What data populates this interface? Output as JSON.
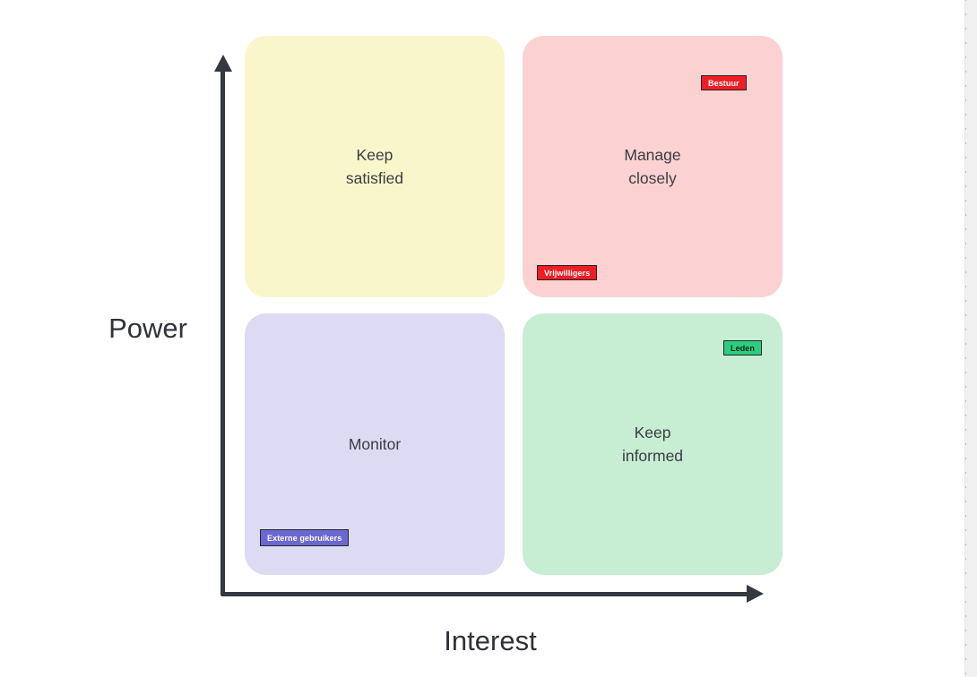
{
  "board": {
    "background": "#ffffff",
    "canvas_edge": {
      "color": "#f0f0f1",
      "dot_color": "#b4b4b8"
    }
  },
  "matrix": {
    "y_axis_label": "Power",
    "x_axis_label": "Interest",
    "axis_color": "#343840",
    "axis_label_color": "#2e323a",
    "quadrant_label_color": "#3a3d43",
    "quadrants": [
      {
        "key": "keep-satisfied",
        "label": "Keep\nsatisfied",
        "color": "#faf6cc"
      },
      {
        "key": "manage-closely",
        "label": "Manage\nclosely",
        "color": "#fbd1d1"
      },
      {
        "key": "monitor",
        "label": "Monitor",
        "color": "#dddaf3"
      },
      {
        "key": "keep-informed",
        "label": "Keep\ninformed",
        "color": "#c7edd3"
      }
    ],
    "tags": [
      {
        "key": "bestuur",
        "label": "Bestuur",
        "color": "#f01d24",
        "text_color": "#ffffff"
      },
      {
        "key": "vrijwilligers",
        "label": "Vrijwilligers",
        "color": "#f01d24",
        "text_color": "#ffffff"
      },
      {
        "key": "leden",
        "label": "Leden",
        "color": "#2bce7c",
        "text_color": "#10211a"
      },
      {
        "key": "externe-gebruikers",
        "label": "Externe gebruikers",
        "color": "#6a69d2",
        "text_color": "#ffffff"
      }
    ]
  }
}
